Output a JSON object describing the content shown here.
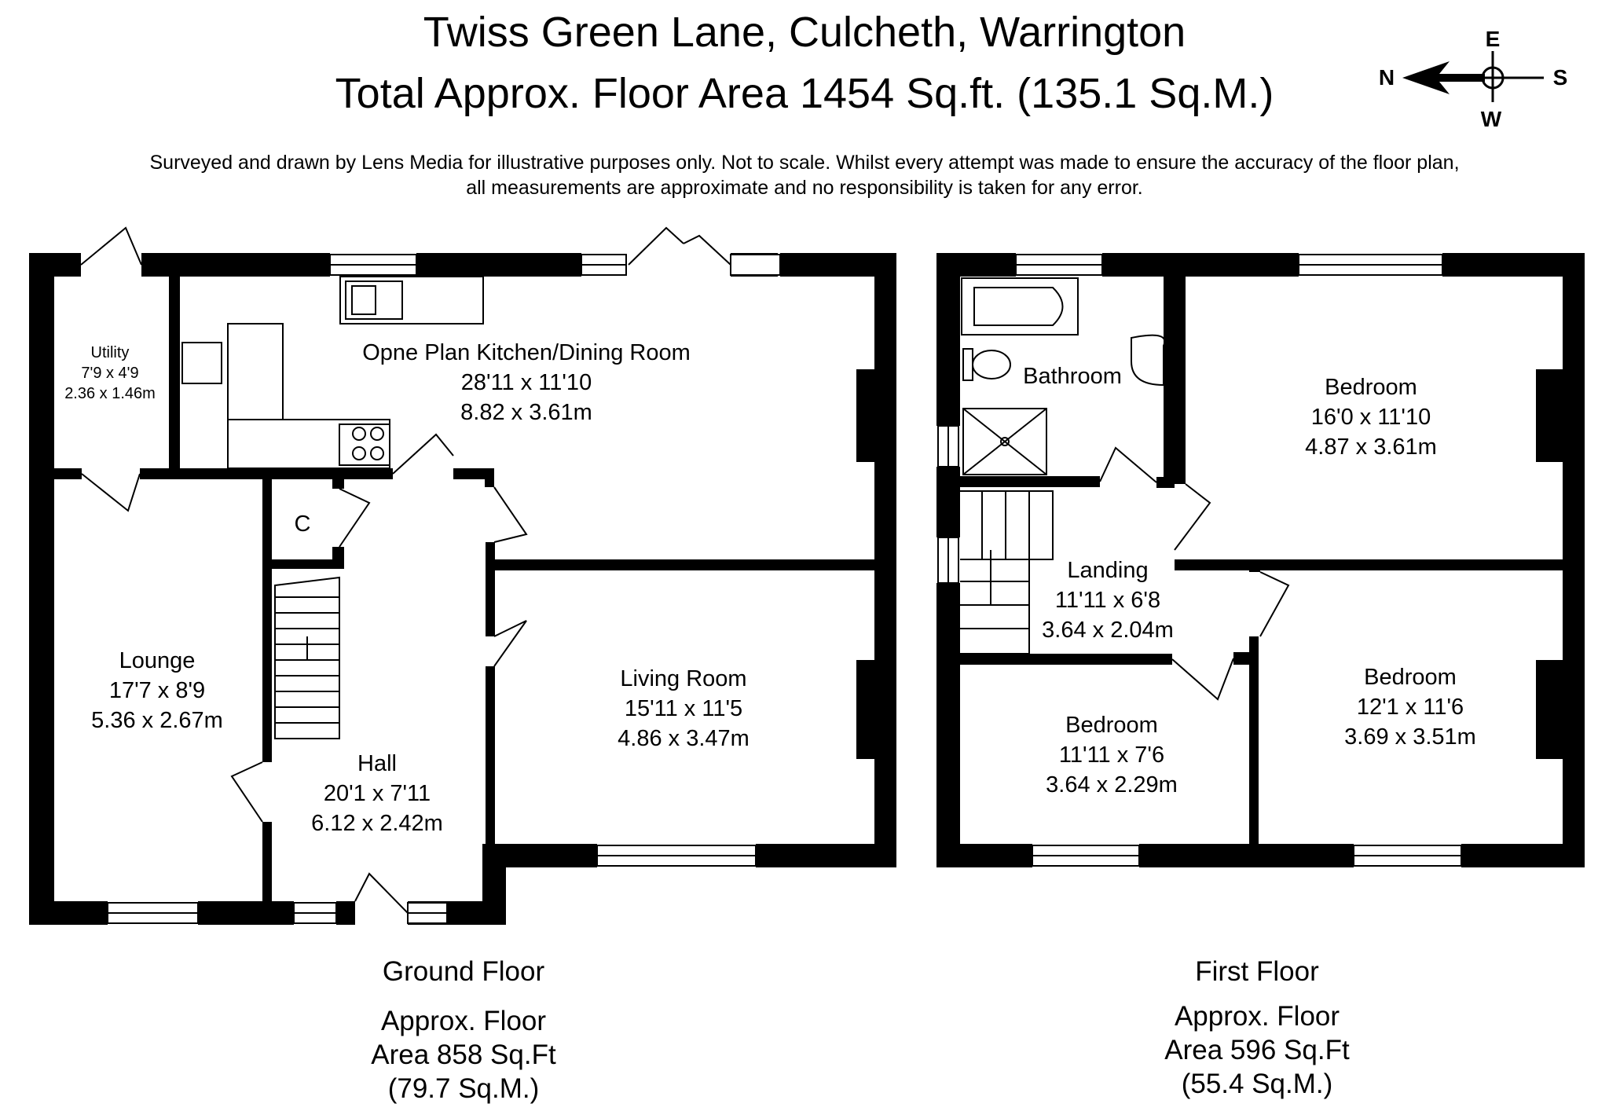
{
  "header": {
    "address": "Twiss Green Lane, Culcheth, Warrington",
    "total_area": "Total Approx. Floor Area 1454 Sq.ft. (135.1 Sq.M.)",
    "disclaimer_line1": "Surveyed and drawn by Lens Media for illustrative purposes only. Not to scale. Whilst every attempt was made to ensure the accuracy of the floor plan,",
    "disclaimer_line2": "all measurements are approximate and no responsibility is taken for any error."
  },
  "compass": {
    "e": "E",
    "n": "N",
    "s": "S",
    "w": "W"
  },
  "ground_floor": {
    "utility": {
      "name": "Utility",
      "imperial": "7'9 x 4'9",
      "metric": "2.36 x 1.46m"
    },
    "kitchen": {
      "name": "Opne Plan Kitchen/Dining Room",
      "imperial": "28'11 x 11'10",
      "metric": "8.82 x 3.61m"
    },
    "cupboard": {
      "name": "C"
    },
    "lounge": {
      "name": "Lounge",
      "imperial": "17'7 x 8'9",
      "metric": "5.36 x 2.67m"
    },
    "hall": {
      "name": "Hall",
      "imperial": "20'1 x 7'11",
      "metric": "6.12 x 2.42m"
    },
    "living": {
      "name": "Living Room",
      "imperial": "15'11 x 11'5",
      "metric": "4.86 x 3.47m"
    },
    "label": "Ground Floor",
    "area_line1": "Approx. Floor",
    "area_line2": "Area 858 Sq.Ft",
    "area_line3": "(79.7 Sq.M.)"
  },
  "first_floor": {
    "bathroom": {
      "name": "Bathroom"
    },
    "bedroom1": {
      "name": "Bedroom",
      "imperial": "16'0 x 11'10",
      "metric": "4.87 x 3.61m"
    },
    "landing": {
      "name": "Landing",
      "imperial": "11'11 x 6'8",
      "metric": "3.64 x 2.04m"
    },
    "bedroom2": {
      "name": "Bedroom",
      "imperial": "12'1 x 11'6",
      "metric": "3.69 x 3.51m"
    },
    "bedroom3": {
      "name": "Bedroom",
      "imperial": "11'11 x 7'6",
      "metric": "3.64 x 2.29m"
    },
    "label": "First Floor",
    "area_line1": "Approx. Floor",
    "area_line2": "Area 596 Sq.Ft",
    "area_line3": "(55.4 Sq.M.)"
  }
}
